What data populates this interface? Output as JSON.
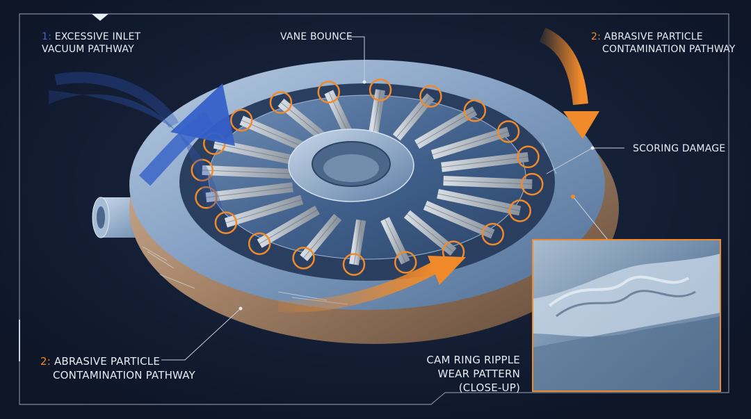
{
  "colors": {
    "background": "#111a2e",
    "frame": "#9aa7be",
    "accent_orange": "#f08a2a",
    "accent_blue": "#2f56b8",
    "metal_light": "#c7d7ea",
    "metal_mid": "#7f9cc0",
    "bronze": "#a8866a"
  },
  "labels": {
    "inlet": {
      "num": "1:",
      "line1": "EXCESSIVE INLET",
      "line2": "VACUUM PATHWAY"
    },
    "vane_bounce": "VANE BOUNCE",
    "abrasive_top": {
      "num": "2:",
      "line1": "ABRASIVE PARTICLE",
      "line2": "CONTAMINATION PATHWAY"
    },
    "scoring": "SCORING DAMAGE",
    "abrasive_bottom": {
      "num": "2:",
      "line1": "ABRASIVE PARTICLE",
      "line2": "CONTAMINATION PATHWAY"
    },
    "closeup": {
      "line1": "CAM RING RIPPLE",
      "line2": "WEAR PATTERN",
      "line3": "(CLOSE-UP)"
    }
  },
  "icons": {
    "inlet_flow": "blue-flow-arrow-icon",
    "particle_flow": "orange-flow-arrow-icon",
    "marker": "wear-circle-icon"
  },
  "vane_count": 20
}
